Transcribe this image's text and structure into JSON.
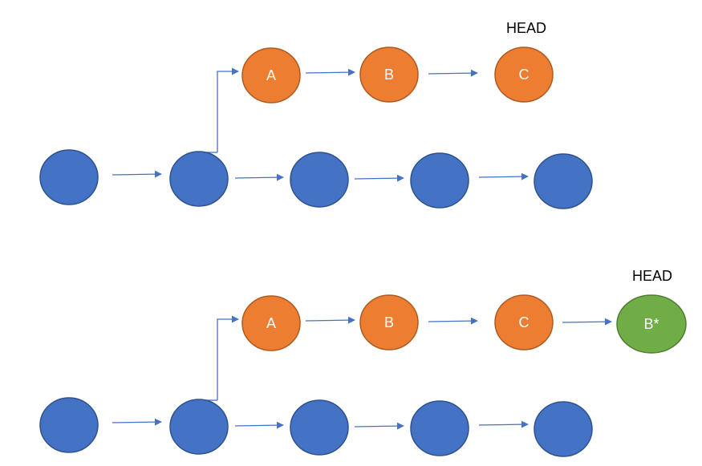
{
  "colors": {
    "main_branch": "#4472c4",
    "feature_branch": "#ed7d31",
    "cherry_pick": "#70ad47",
    "arrow": "#4472c4"
  },
  "top": {
    "head_label": "HEAD",
    "feature_commits": [
      "A",
      "B",
      "C"
    ]
  },
  "bottom": {
    "head_label": "HEAD",
    "feature_commits": [
      "A",
      "B",
      "C"
    ],
    "new_commit": "B*"
  }
}
